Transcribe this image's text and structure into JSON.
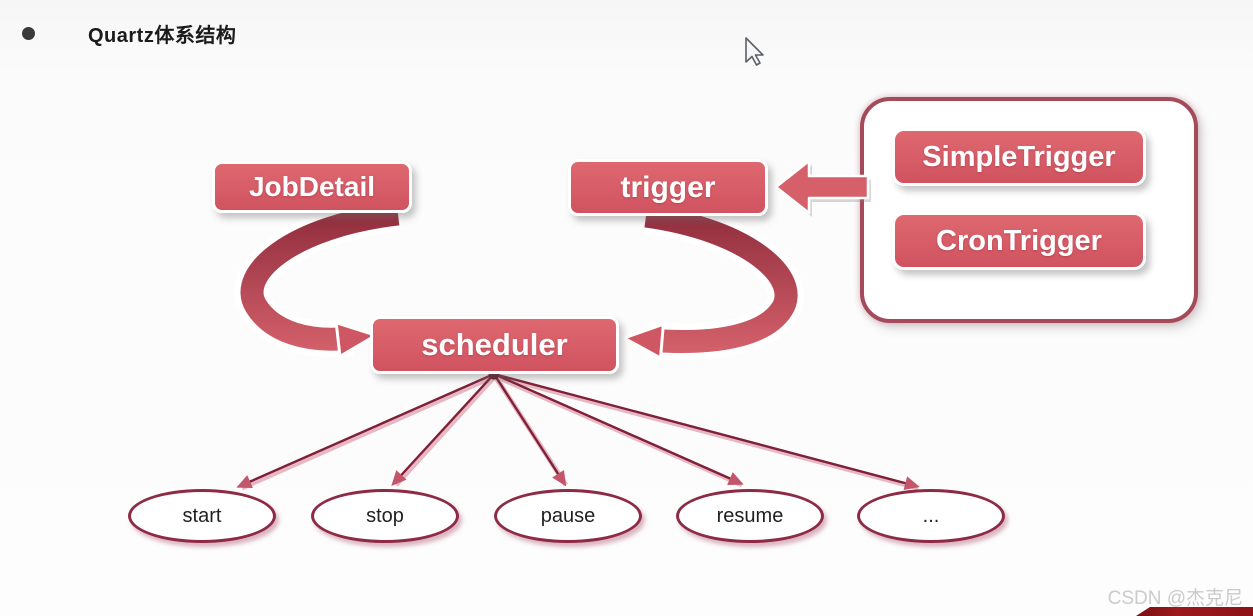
{
  "slide": {
    "title": "Quartz体系结构"
  },
  "diagram": {
    "nodes": {
      "jobdetail": "JobDetail",
      "trigger": "trigger",
      "scheduler": "scheduler",
      "simple_trigger": "SimpleTrigger",
      "cron_trigger": "CronTrigger"
    },
    "operations": [
      "start",
      "stop",
      "pause",
      "resume",
      "..."
    ],
    "colors": {
      "node_fill": "#d65a64",
      "node_border": "#ffffff",
      "group_border": "#a44a5a",
      "ellipse_border": "#8d2b45",
      "arrow_dark": "#8f2c3c",
      "arrow_light": "#d5626c"
    }
  },
  "watermark": "CSDN @杰克尼",
  "player": {
    "progress_color": "#8d1116"
  }
}
